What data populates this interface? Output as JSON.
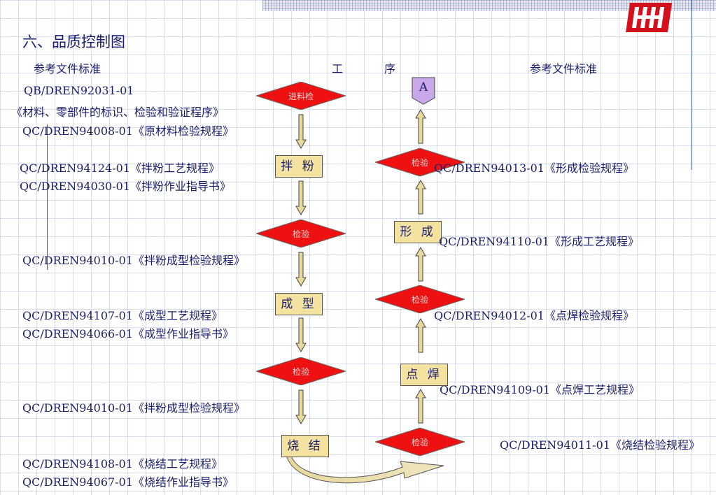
{
  "title": "六、品质控制图",
  "headers": {
    "left": "参考文件标准",
    "center_1": "工",
    "center_2": "序",
    "right": "参考文件标准"
  },
  "left_refs": [
    "QB/DREN92031-01",
    "《材料、零部件的标识、检验和验证程序》",
    "QC/DREN94008-01《原材料检验规程》",
    "QC/DREN94124-01《拌粉工艺规程》",
    "QC/DREN94030-01《拌粉作业指导书》",
    "QC/DREN94010-01《拌粉成型检验规程》",
    "QC/DREN94107-01《成型工艺规程》",
    "QC/DREN94066-01《成型作业指导书》",
    "QC/DREN94010-01《拌粉成型检验规程》",
    "QC/DREN94108-01《烧结工艺规程》",
    "QC/DREN94067-01《烧结作业指导书》"
  ],
  "right_refs": [
    "QC/DREN94013-01《形成检验规程》",
    "QC/DREN94110-01《形成工艺规程》",
    "QC/DREN94012-01《点焊检验规程》",
    "QC/DREN94109-01《点焊工艺规程》",
    "QC/DREN94011-01《烧结检验规程》"
  ],
  "process_boxes": {
    "mix": "拌 粉",
    "mold": "成 型",
    "sinter": "烧 结",
    "weld": "点 焊",
    "form": "形 成"
  },
  "inspections": {
    "incoming": "进料检",
    "inspect": "检验"
  },
  "connector": "A",
  "colors": {
    "diamond": "#ee1111",
    "box_fill": "#f3e2a0",
    "arrow_fill": "#e8d89a",
    "text": "#1a1f6b",
    "logo": "#d4101d"
  }
}
